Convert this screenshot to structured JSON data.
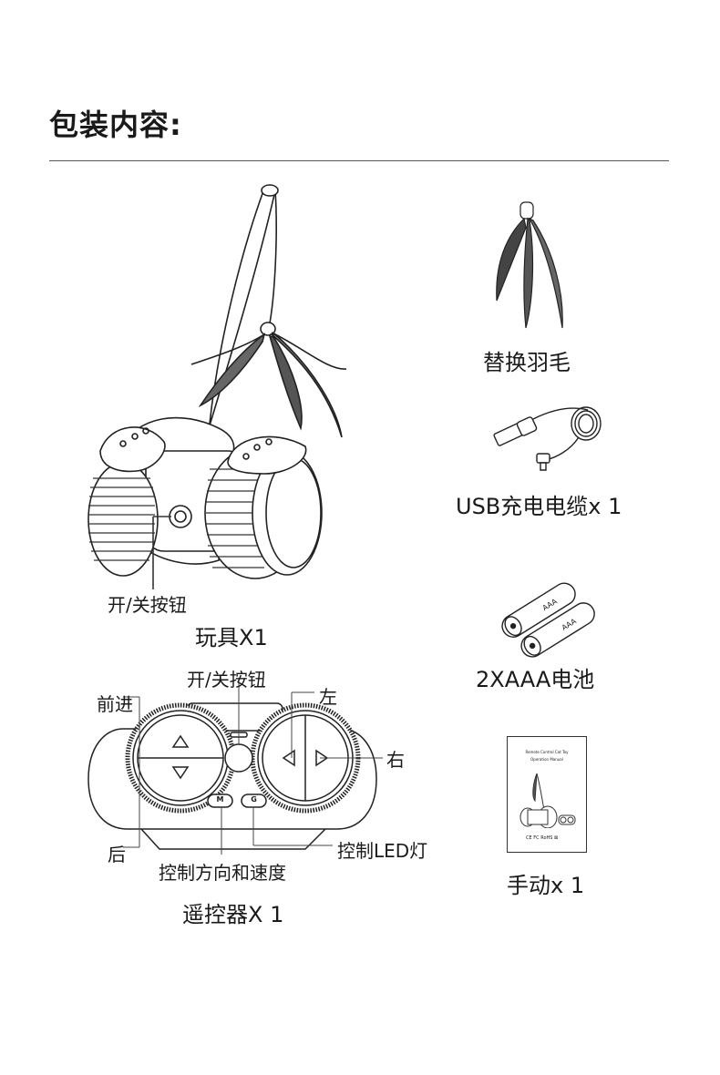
{
  "header": {
    "title": "包装内容:"
  },
  "toy": {
    "power_label": "开/关按钮",
    "caption": "玩具X1"
  },
  "feather": {
    "caption": "替换羽毛"
  },
  "usb": {
    "caption": "USB充电电缆x 1"
  },
  "battery": {
    "caption": "2XAAA电池",
    "cell_text": "AAA"
  },
  "manual": {
    "caption": "手动x 1",
    "cover_line1": "Remote Control Cat Toy",
    "cover_line2": "Operation Manual"
  },
  "remote": {
    "caption": "遥控器X 1",
    "power_label": "开/关按钮",
    "forward_label": "前进",
    "back_label": "后",
    "left_label": "左",
    "right_label": "右",
    "speed_label": "控制方向和速度",
    "led_label": "控制LED灯",
    "m_key": "M",
    "g_key": "G"
  }
}
